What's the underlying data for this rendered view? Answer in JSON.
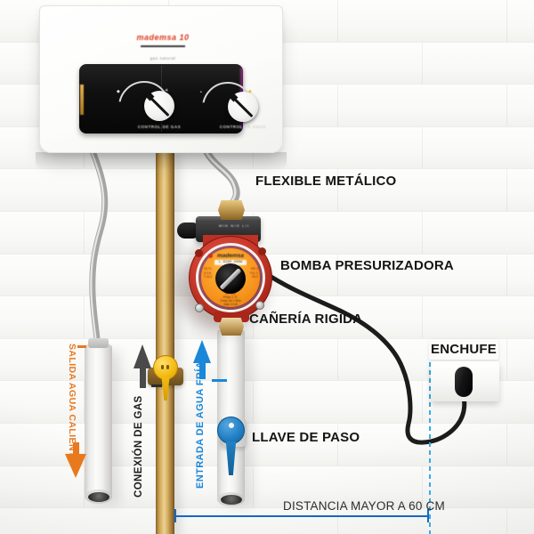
{
  "heater": {
    "logo_text": "mademsa 10",
    "logo_subtext": "gas natural",
    "knob_left_label": "CONTROL DE GAS",
    "knob_right_label": "CONTROL DE AGUA"
  },
  "pump": {
    "brand": "mademsa",
    "model_line": "L 8180 200W",
    "terminal_text": "MIN N/O L/I",
    "spec_left": [
      "15 TL",
      "4.0 A",
      "T 4L2"
    ],
    "spec_right": [
      "RS 1",
      "TVL 2",
      "TA 2"
    ],
    "spec_bottom_title": "AT 111",
    "spec_bottom": [
      "Pmax 1 TL",
      "Tmax 40.7 N/m",
      "max 1.0 A"
    ]
  },
  "annotations": {
    "flexible": "FLEXIBLE METÁLICO",
    "bomba": "BOMBA PRESURIZADORA",
    "caneria": "CAÑERÍA RIGIDA",
    "llave": "LLAVE DE PASO",
    "enchufe": "ENCHUFE",
    "salida": "SALIDA AGUA CALIENTE",
    "conexion": "CONEXIÓN DE GAS",
    "entrada": "ENTRADA DE AGUA FRÍA"
  },
  "measurement": {
    "label": "DISTANCIA MAYOR A 60 CM"
  },
  "colors": {
    "hot_orange": "#e8791f",
    "cold_blue": "#1b87d9",
    "gas_arrow_gray": "#4a4a4a",
    "measure_blue": "#1668c1",
    "dash_blue": "#3aa9e8",
    "pump_red": "#c0392b",
    "pump_orange": "#f7941d",
    "brass": "#c49a4a",
    "valve_yellow": "#f3bb12",
    "valve_blue": "#2280c4"
  }
}
